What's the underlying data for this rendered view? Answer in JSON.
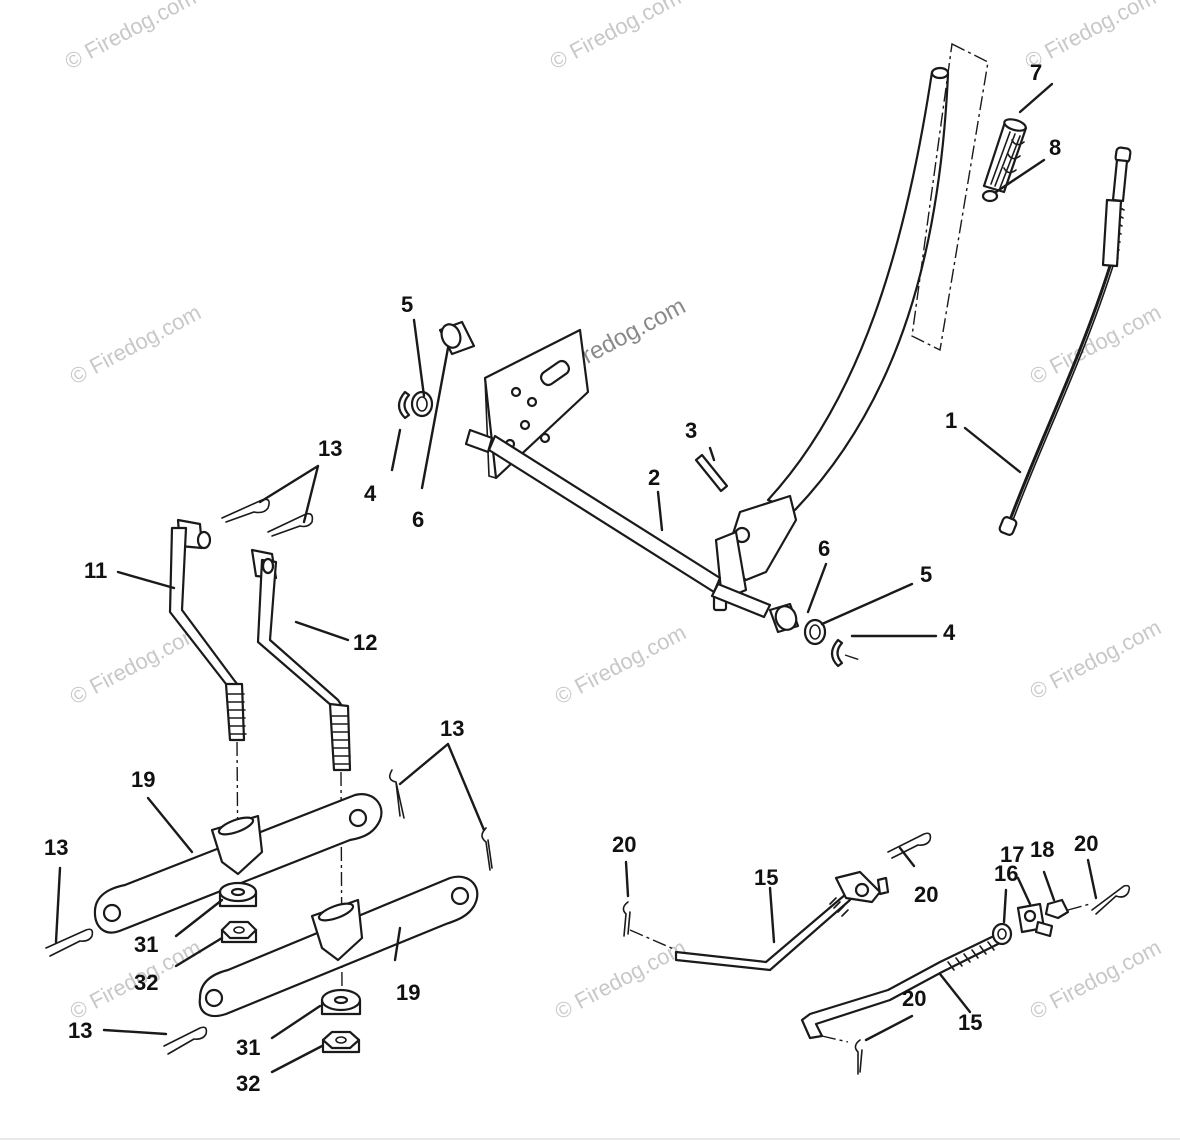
{
  "watermark": {
    "text": "© Firedog.com",
    "center_text": "© Firedog.com"
  },
  "callouts": {
    "p1": "1",
    "p2": "2",
    "p3": "3",
    "p4a": "4",
    "p4b": "4",
    "p5a": "5",
    "p5b": "5",
    "p6a": "6",
    "p6b": "6",
    "p7": "7",
    "p8": "8",
    "p11": "11",
    "p12": "12",
    "p13a": "13",
    "p13b": "13",
    "p13c": "13",
    "p13d": "13",
    "p15a": "15",
    "p15b": "15",
    "p16": "16",
    "p17": "17",
    "p18": "18",
    "p19a": "19",
    "p19b": "19",
    "p20a": "20",
    "p20b": "20",
    "p20c": "20",
    "p20d": "20",
    "p31a": "31",
    "p31b": "31",
    "p32a": "32",
    "p32b": "32"
  },
  "colors": {
    "line": "#1a1a1a",
    "watermark": "#c8c8c8",
    "background": "#ffffff"
  }
}
